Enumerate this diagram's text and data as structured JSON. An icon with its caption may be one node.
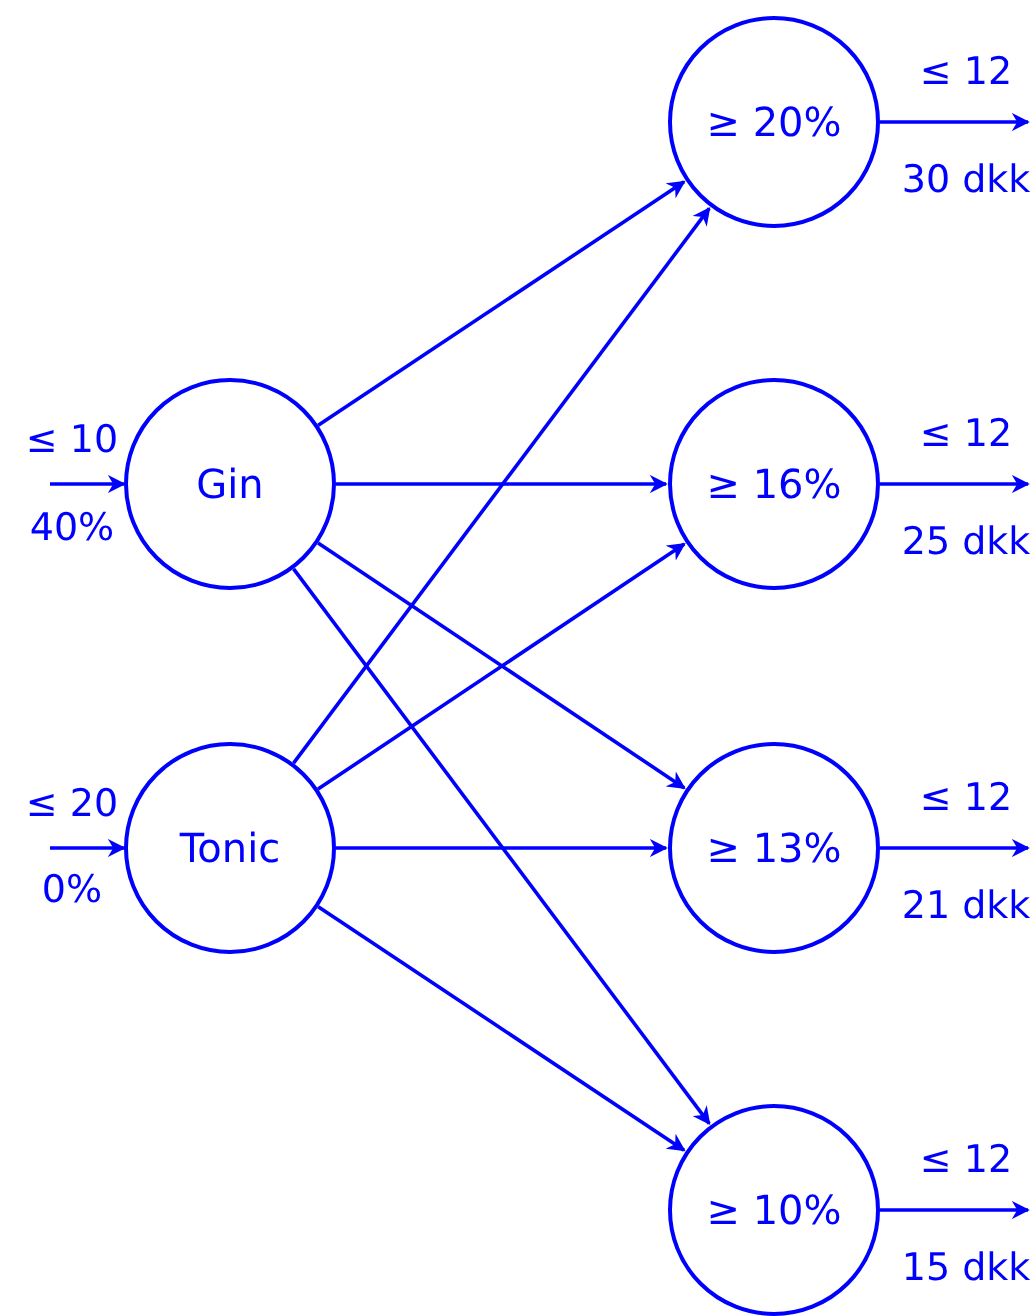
{
  "diagram": {
    "nodes": [
      {
        "text": [
          "Gin"
        ]
      },
      {
        "text": [
          "Tonic"
        ]
      },
      {
        "text": [
          "≥ 20%"
        ]
      },
      {
        "text": [
          "≥ 16%"
        ]
      },
      {
        "text": [
          "≥ 13%"
        ]
      },
      {
        "text": [
          "≥ 10%"
        ]
      }
    ],
    "edges": [
      {
        "from": null,
        "to": 0,
        "arrow": "to",
        "label": "≤ 10"
      },
      {
        "from": null,
        "to": 1,
        "arrow": "to",
        "label": "≤ 20"
      },
      {
        "from": 0,
        "to": 2,
        "arrow": "to"
      },
      {
        "from": 0,
        "to": 3,
        "arrow": "to"
      },
      {
        "from": 0,
        "to": 4,
        "arrow": "to"
      },
      {
        "from": 0,
        "to": 5,
        "arrow": "to"
      },
      {
        "from": 1,
        "to": 2,
        "arrow": "to"
      },
      {
        "from": 1,
        "to": 3,
        "arrow": "to"
      },
      {
        "from": 1,
        "to": 4,
        "arrow": "to"
      },
      {
        "from": 1,
        "to": 5,
        "arrow": "to"
      },
      {
        "from": 2,
        "to": null,
        "arrow": "to",
        "label": "≤ 12"
      },
      {
        "from": 3,
        "to": null,
        "arrow": "to",
        "label": "≤ 12"
      },
      {
        "from": 4,
        "to": null,
        "arrow": "to",
        "label": "≤ 12"
      },
      {
        "from": 5,
        "to": null,
        "arrow": "to",
        "label": "≤ 12"
      }
    ],
    "labels": [
      "30 dkk",
      "40%",
      "25 dkk",
      "0%",
      "21 dkk",
      "15 dkk"
    ]
  }
}
